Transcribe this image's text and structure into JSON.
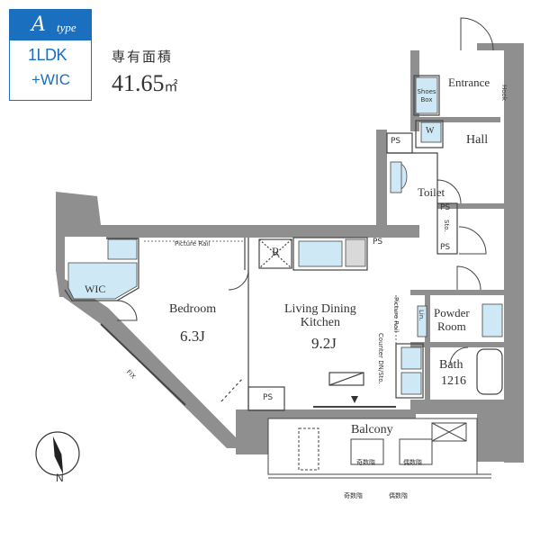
{
  "badge": {
    "letter": "A",
    "type_word": "type",
    "layout": "1LDK",
    "extra": "+WIC"
  },
  "area": {
    "label": "専有面積",
    "value": "41.65",
    "unit": "㎡"
  },
  "rooms": {
    "entrance": "Entrance",
    "shoes_box": [
      "Shoes",
      "Box"
    ],
    "hook": "Hook",
    "washer": "W",
    "hall": "Hall",
    "toilet": "Toilet",
    "sto": "Sto.",
    "wic": "WIC",
    "bedroom": "Bedroom",
    "bedroom_size": "6.3J",
    "picture_rail_bedroom": "Picture Rail",
    "refrigerator": "R",
    "ldk": [
      "Living Dining",
      "Kitchen"
    ],
    "ldk_size": "9.2J",
    "counter": [
      "Counter",
      "DN/Sto."
    ],
    "picture_rail_ldk": "Picture Rail",
    "lin": "Lin.",
    "powder_room": [
      "Powder",
      "Room"
    ],
    "bath": "Bath",
    "bath_size": "1216",
    "balcony": "Balcony",
    "fix": "FIX",
    "ps_labels": [
      "PS",
      "PS",
      "PS",
      "PS",
      "PS"
    ],
    "odd_floor": "奇数階",
    "even_floor": "偶数階"
  },
  "compass": {
    "north": "N"
  },
  "colors": {
    "badge_blue": "#1a6fbf",
    "wall": "#8f8f8f",
    "fixture_blue": "#cfe8f5",
    "line": "#444444"
  }
}
